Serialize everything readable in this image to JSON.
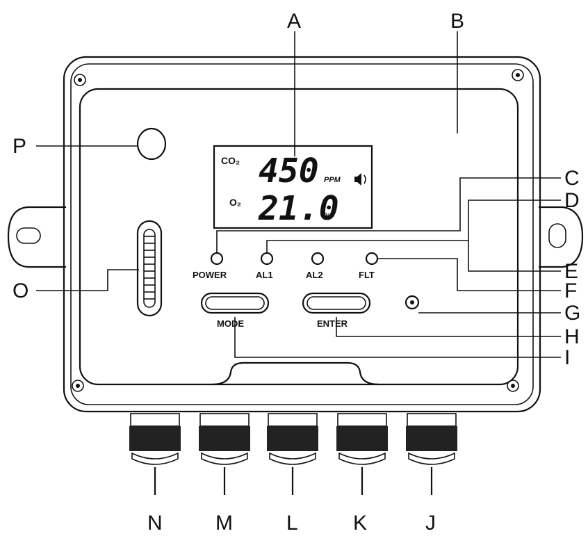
{
  "callouts": {
    "A": "A",
    "B": "B",
    "C": "C",
    "D": "D",
    "E": "E",
    "F": "F",
    "G": "G",
    "H": "H",
    "I": "I",
    "J": "J",
    "K": "K",
    "L": "L",
    "M": "M",
    "N": "N",
    "O": "O",
    "P": "P"
  },
  "display": {
    "line1_gas": "CO₂",
    "line1_value": "450",
    "line1_unit": "PPM",
    "line2_gas": "O₂",
    "line2_value": "21.0",
    "line2_unit": "%"
  },
  "leds": {
    "power": "POWER",
    "al1": "AL1",
    "al2": "AL2",
    "flt": "FLT"
  },
  "buttons": {
    "mode": "MODE",
    "enter": "ENTER"
  }
}
